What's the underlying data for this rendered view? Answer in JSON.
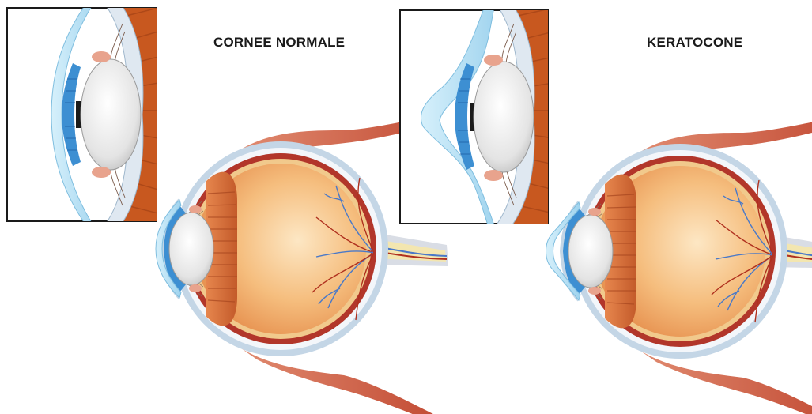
{
  "panels": [
    {
      "title": "CORNEE NORMALE",
      "cornea_shape": "normal"
    },
    {
      "title": "KERATOCONE",
      "cornea_shape": "cone"
    }
  ],
  "colors": {
    "sclera": "#c4d6e6",
    "choroid": "#b2362a",
    "retina": "#f1c98c",
    "vitreous": "#f3b979",
    "cornea": "#b9e0f3",
    "iris": "#3d8fd2",
    "lens": "#e9e9e9",
    "ciliary": "#d06a3a",
    "muscle": "#c9543c",
    "nerve": "#f3e6b0",
    "vessel_blue": "#4a79c8",
    "vessel_red": "#b0301e"
  }
}
